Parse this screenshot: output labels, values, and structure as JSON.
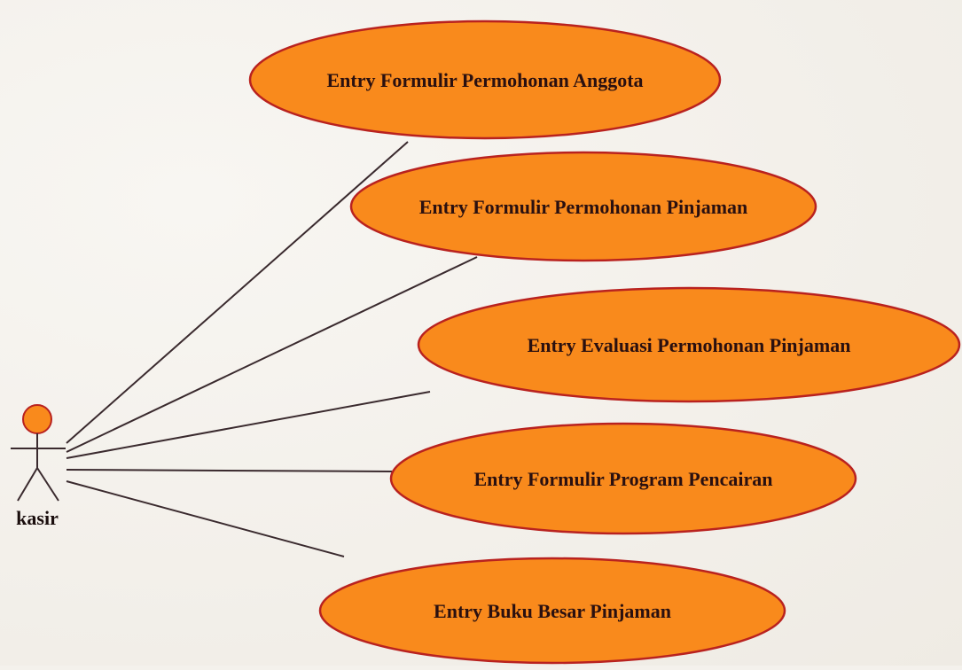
{
  "actor": {
    "label": "kasir"
  },
  "use_cases": [
    {
      "label": "Entry Formulir Permohonan Anggota"
    },
    {
      "label": "Entry Formulir Permohonan Pinjaman"
    },
    {
      "label": "Entry Evaluasi Permohonan Pinjaman"
    },
    {
      "label": "Entry Formulir Program Pencairan"
    },
    {
      "label": "Entry Buku Besar Pinjaman"
    }
  ],
  "colors": {
    "use_case_fill": "#f98a1c",
    "use_case_stroke": "#b9221f",
    "actor_head_fill": "#f98a1c",
    "line": "#3a2a2e",
    "text": "#2a1010"
  }
}
